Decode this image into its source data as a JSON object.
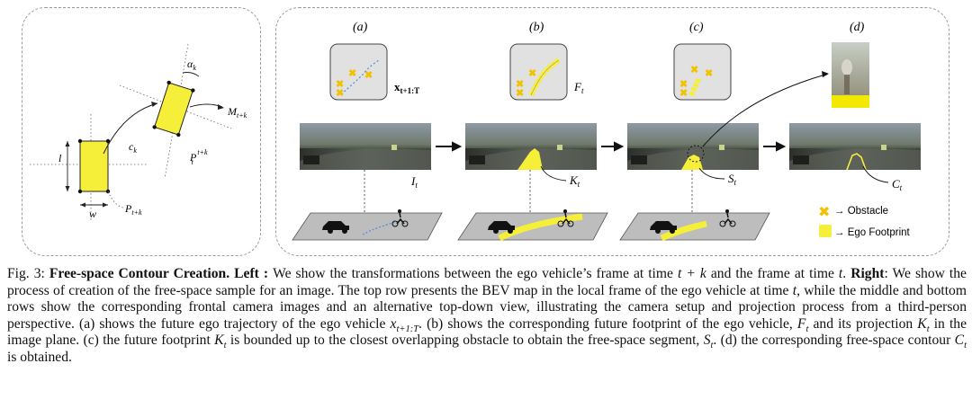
{
  "left": {
    "label_l": "l",
    "label_w": "w",
    "label_ck": "c",
    "label_ck_sub": "k",
    "label_alpha": "α",
    "label_alpha_sub": "k",
    "label_M": "M",
    "label_M_sub": "t+k",
    "label_P_top": "P",
    "label_P_top_sup": "t+k",
    "label_P_top_sub": "t",
    "label_P_bottom": "P",
    "label_P_bottom_sub": "t+k"
  },
  "right": {
    "panel_labels": [
      "(a)",
      "(b)",
      "(c)",
      "(d)"
    ],
    "bev_label_x": "x",
    "bev_label_x_sub": "t+1:T",
    "bev_label_F": "F",
    "bev_label_F_sub": "t",
    "img_label_I": "I",
    "img_label_I_sub": "t",
    "img_label_K": "K",
    "img_label_K_sub": "t",
    "img_label_S": "S",
    "img_label_S_sub": "t",
    "img_label_C": "C",
    "img_label_C_sub": "t",
    "legend_obstacle": "→ Obstacle",
    "legend_footprint": "→ Ego Footprint"
  },
  "caption": {
    "fig": "Fig. 3: ",
    "title": "Free-space Contour Creation. Left : ",
    "s1": " We show the transformations between the ego vehicle’s frame at time ",
    "s1_math": "t + k",
    "s2": " and the frame at time ",
    "s2_math": "t",
    "s3": ". ",
    "right_label": "Right",
    "s4": ": We show the process of creation of the free-space sample for an image. The top row presents the BEV map in the local frame of the ego vehicle at time ",
    "s4_math": "t",
    "s5": ", while the middle and bottom rows show the corresponding frontal camera images and an alternative top-down view, illustrating the camera setup and projection process from a third-person perspective. (a) shows the future ego trajectory of the ego vehicle ",
    "s5_math": "x",
    "s5_math_sub": "t+1:T",
    "s6": ". (b) shows the corresponding future footprint of the ego vehicle, ",
    "s6_math": "F",
    "s6_math_sub": "t",
    "s7": " and its projection ",
    "s7_math": "K",
    "s7_math_sub": "t",
    "s8": " in the image plane. (c) the future footprint ",
    "s8_math": "K",
    "s8_math_sub": "t",
    "s9": " is bounded up to the closest overlapping obstacle to obtain the free-space segment, ",
    "s9_math": "S",
    "s9_math_sub": "t",
    "s10": ". (d) the corresponding free-space contour ",
    "s10_math": "C",
    "s10_math_sub": "t",
    "s11": " is obtained."
  },
  "colors": {
    "footprint_yellow": "#f6ef3a",
    "obstacle_yellow": "#f2c200",
    "trajectory_blue": "#4a8fd6",
    "panel_border": "#9a9a9a"
  }
}
